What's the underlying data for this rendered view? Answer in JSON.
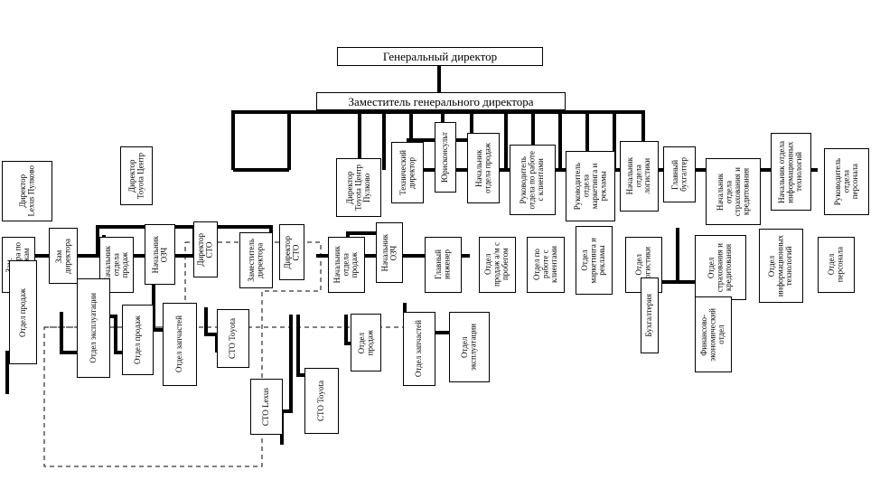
{
  "org": {
    "ceo": "Генеральный директор",
    "deputy": "Заместитель генерального директора",
    "left_directors": {
      "lexus": "Директор\nLexus Пулково",
      "toyota_center": "Директор\nToyota Центр"
    },
    "right_top": {
      "toyota_pulkovo": "Директор\nToyota Центр\nПулково",
      "tech_director": "Технический\nдиректор",
      "lawyer": "Юрисконсульт",
      "sales_dept_head": "Начальник\nотдела продаж",
      "client_work": "Руководитель\nотдела по работе\nс клиентами",
      "marketing_head": "Руководитель\nотдела\nмаркетинга и\nрекламы",
      "logistics_head": "Начальник\nотдела\nлогистики",
      "chief_accountant": "Главный\nбухгалтер",
      "insurance_head": "Начальник\nотдела\nстрахования и\nкредитования",
      "it_head": "Начальник отдела\nинформационных\nтехнологий",
      "hr_head": "Руководитель\nотдела\nперсонала"
    },
    "left_sub": {
      "deputy_sales": "Зам.\nдиректора по\nпродажам",
      "deputy_director": "Зам\nдиректора",
      "sales_head_1": "Начальник\nотдела\nпродаж",
      "ozch_head_1": "Начальник\nОЗЧ",
      "sto_director_1": "Директор\nСТО",
      "deputy_director_2": "Заместитель\nдиректора",
      "sto_director_2": "Директор\nСТО",
      "sales_head_2": "Начальник\nотдела\nпродаж",
      "ozch_head_2": "Начальник\nОЗЧ"
    },
    "right_sub": {
      "chief_engineer": "Главный\nинженер",
      "used_cars": "Отдел\nпродаж а/м с\nпробегом",
      "clients_dept": "Отдел по\nработе с\nклиентами",
      "marketing_dept": "Отдел\nмаркетинга и\nрекламы",
      "logistics_dept": "Отдел\nлогистики",
      "insurance_dept": "Отдел\nстрахования и\nкредитования",
      "it_dept": "Отдел\nинформационных\nтехнологий",
      "hr_dept": "Отдел\nперсонала"
    },
    "bottom": {
      "sales_dept_left": "Отдел продаж",
      "operations_1": "Отдел эксплуатации",
      "sales_dept_2": "Отдел продаж",
      "parts_1": "Отдел запчастей",
      "sto_toyota_1": "СТО Toyota",
      "sto_lexus": "СТО Lexus",
      "sto_toyota_2": "СТО Toyota",
      "sales_dept_3": "Отдел\nпродаж",
      "parts_2": "Отдел запчастей",
      "operations_2": "Отдел\nэксплуатации",
      "accounting": "Бухгалтерия",
      "fin_econ": "Финансово-\nэкономический\nотдел"
    }
  }
}
